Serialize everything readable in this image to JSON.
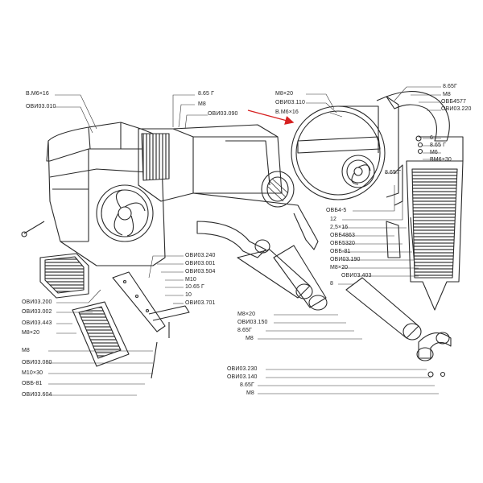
{
  "labels": {
    "l01": "В.М6×16",
    "l02": "ОВИ03.010",
    "l03": "8.65 Г",
    "l04": "М8",
    "l05": "ОВИ03.090",
    "l06": "М8×20",
    "l07": "ОВИ03.110",
    "l08": "В.М6×16",
    "l09": "8.65Г",
    "l10": "М8",
    "l11": "ОВБ4577",
    "l12": "ОВИ03.220",
    "l13": "6",
    "l14": "8.65 Г",
    "l15": "М6",
    "l16": "ВМ6×30",
    "l17": "8.65 Г",
    "l18": "ОВБ4-5",
    "l19": "12",
    "l20": "2,5×16",
    "l21": "ОВБ4863",
    "l22": "ОВБ5320",
    "l23": "ОВБ-81",
    "l24": "ОВИ03.190",
    "l25": "М8×20",
    "l26": "ОВИ03.403",
    "l27": "8",
    "l28": "ОВИ03.240",
    "l29": "ОВИ03.001",
    "l30": "ОВИ03.504",
    "l31": "М10",
    "l32": "10.65 Г",
    "l33": "10",
    "l34": "ОВИ03.701",
    "l35": "ОВИ03.200",
    "l36": "ОВИ03.002",
    "l37": "ОВИ03.443",
    "l38": "М8×20",
    "l39": "М8",
    "l40": "ОВИ03.080",
    "l41": "М10×30",
    "l42": "ОВБ-81",
    "l43": "ОВИ03.604",
    "l44": "М8×20",
    "l45": "ОВИ03.150",
    "l46": "8.65Г",
    "l47": "М8",
    "l48": "ОВИ03.230",
    "l49": "ОВИ03.140",
    "l50": "8.65Г",
    "l51": "М8"
  },
  "colors": {
    "ink": "#2a2a2a",
    "arrow": "#d62020",
    "background": "#ffffff"
  }
}
